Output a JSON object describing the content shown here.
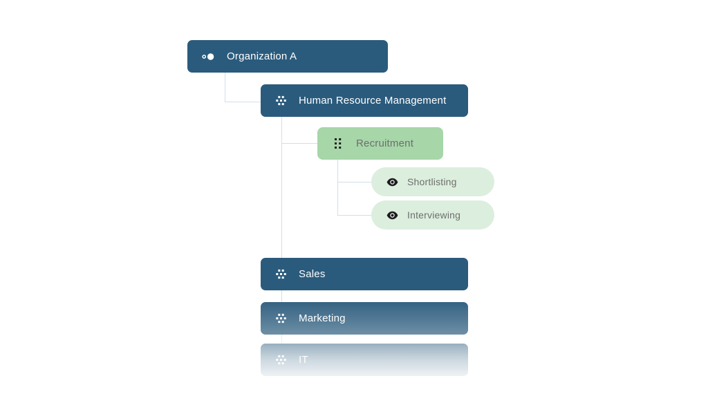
{
  "palette": {
    "canvas_bg": "#ffffff",
    "node_dark_bg": "#2b5b7c",
    "node_dark_text": "#ffffff",
    "node_green_bg": "#a7d6a9",
    "node_green_text": "#6c6f6c",
    "pill_bg": "#dceedd",
    "pill_text": "#6c6f6c",
    "connector": "#cfdfec",
    "icon_dark": "#1d1d1d"
  },
  "tree": {
    "root": {
      "label": "Organization A",
      "icon": "two-circles-icon",
      "children": [
        {
          "label": "Human Resource Management",
          "icon": "dot-cluster-icon",
          "children": [
            {
              "label": "Recruitment",
              "icon": "grip-dots-icon",
              "children": [
                {
                  "label": "Shortlisting",
                  "icon": "eye-icon"
                },
                {
                  "label": "Interviewing",
                  "icon": "eye-icon"
                }
              ]
            }
          ]
        },
        {
          "label": "Sales",
          "icon": "dot-cluster-icon"
        },
        {
          "label": "Marketing",
          "icon": "dot-cluster-icon"
        },
        {
          "label": "IT",
          "icon": "dot-cluster-icon"
        }
      ]
    }
  }
}
